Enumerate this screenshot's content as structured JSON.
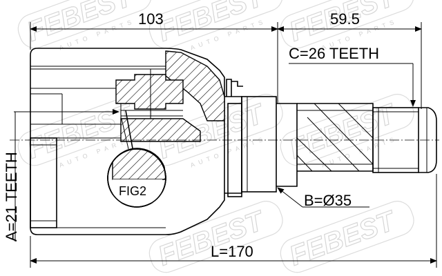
{
  "watermark": {
    "brand": "FEBEST",
    "tagline": "AUTO PARTS"
  },
  "dimensions": {
    "housing_length": "103",
    "shaft_length": "59.5",
    "total_length": "L=170",
    "outer_teeth": "C=26 TEETH",
    "inner_teeth": "A=21 TEETH",
    "seal_diameter": "B=Ø35"
  },
  "labels": {
    "detail": "FIG2"
  }
}
